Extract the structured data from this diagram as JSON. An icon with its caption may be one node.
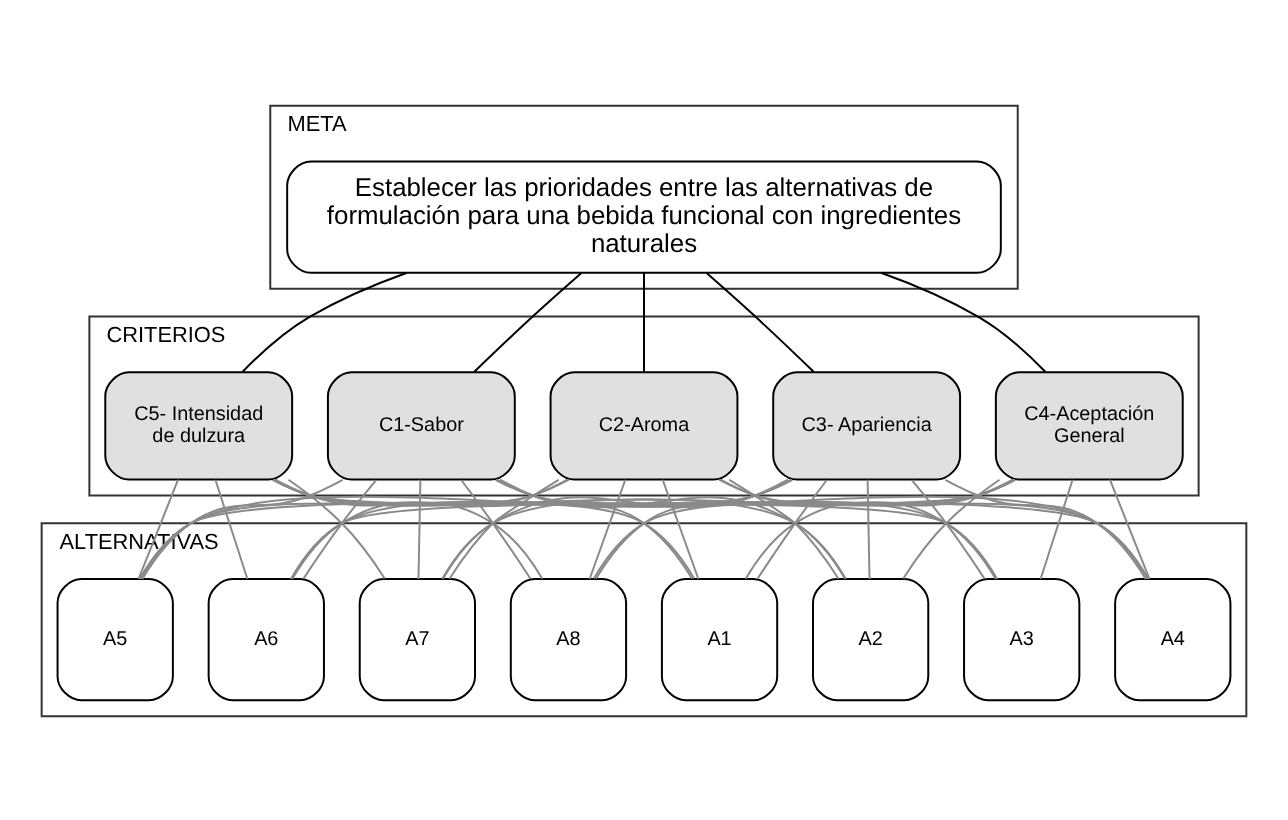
{
  "diagram": {
    "nodes": [
      {
        "text": [
          "META"
        ]
      },
      {
        "text": [
          "Establecer las prioridades entre las alternativas de formulación para una bebida funcional con ingredientes naturales"
        ],
        "in": 0
      },
      {
        "text": [
          "CRITERIOS"
        ]
      },
      {
        "text": [
          "C1-Sabor"
        ],
        "in": 2
      },
      {
        "text": [
          "C2-Aroma"
        ],
        "in": 2
      },
      {
        "text": [
          "C3- Apariencia"
        ],
        "in": 2
      },
      {
        "text": [
          "C4-Aceptación General"
        ],
        "in": 2
      },
      {
        "text": [
          "C5- Intensidad de dulzura"
        ],
        "in": 2
      },
      {
        "text": [
          "ALTERNATIVAS"
        ]
      },
      {
        "text": [
          "A1"
        ],
        "in": 8
      },
      {
        "text": [
          "A2"
        ],
        "in": 8
      },
      {
        "text": [
          "A3"
        ],
        "in": 8
      },
      {
        "text": [
          "A4"
        ],
        "in": 8
      },
      {
        "text": [
          "A5"
        ],
        "in": 8
      },
      {
        "text": [
          "A6"
        ],
        "in": 8
      },
      {
        "text": [
          "A7"
        ],
        "in": 8
      },
      {
        "text": [
          "A8"
        ],
        "in": 8
      }
    ],
    "edges": [
      {
        "from": 1,
        "to": 3,
        "arrow": "none",
        "color": "#000000"
      },
      {
        "from": 1,
        "to": 4,
        "arrow": "none",
        "color": "#000000"
      },
      {
        "from": 1,
        "to": 5,
        "arrow": "none",
        "color": "#000000"
      },
      {
        "from": 1,
        "to": 6,
        "arrow": "none",
        "color": "#000000"
      },
      {
        "from": 1,
        "to": 7,
        "arrow": "none",
        "color": "#000000"
      },
      {
        "from": 3,
        "to": 9,
        "arrow": "none"
      },
      {
        "from": 3,
        "to": 10,
        "arrow": "none"
      },
      {
        "from": 3,
        "to": 11,
        "arrow": "none"
      },
      {
        "from": 3,
        "to": 12,
        "arrow": "none"
      },
      {
        "from": 3,
        "to": 13,
        "arrow": "none"
      },
      {
        "from": 3,
        "to": 14,
        "arrow": "none"
      },
      {
        "from": 3,
        "to": 15,
        "arrow": "none"
      },
      {
        "from": 3,
        "to": 16,
        "arrow": "none"
      },
      {
        "from": 4,
        "to": 9,
        "arrow": "none"
      },
      {
        "from": 4,
        "to": 10,
        "arrow": "none"
      },
      {
        "from": 4,
        "to": 11,
        "arrow": "none"
      },
      {
        "from": 4,
        "to": 12,
        "arrow": "none"
      },
      {
        "from": 4,
        "to": 13,
        "arrow": "none"
      },
      {
        "from": 4,
        "to": 14,
        "arrow": "none"
      },
      {
        "from": 4,
        "to": 15,
        "arrow": "none"
      },
      {
        "from": 4,
        "to": 16,
        "arrow": "none"
      },
      {
        "from": 5,
        "to": 9,
        "arrow": "none"
      },
      {
        "from": 5,
        "to": 10,
        "arrow": "none"
      },
      {
        "from": 5,
        "to": 11,
        "arrow": "none"
      },
      {
        "from": 5,
        "to": 12,
        "arrow": "none"
      },
      {
        "from": 5,
        "to": 13,
        "arrow": "none"
      },
      {
        "from": 5,
        "to": 14,
        "arrow": "none"
      },
      {
        "from": 5,
        "to": 15,
        "arrow": "none"
      },
      {
        "from": 5,
        "to": 16,
        "arrow": "none"
      },
      {
        "from": 6,
        "to": 9,
        "arrow": "none"
      },
      {
        "from": 6,
        "to": 10,
        "arrow": "none"
      },
      {
        "from": 6,
        "to": 11,
        "arrow": "none"
      },
      {
        "from": 6,
        "to": 12,
        "arrow": "none"
      },
      {
        "from": 6,
        "to": 13,
        "arrow": "none"
      },
      {
        "from": 6,
        "to": 14,
        "arrow": "none"
      },
      {
        "from": 6,
        "to": 15,
        "arrow": "none"
      },
      {
        "from": 6,
        "to": 16,
        "arrow": "none"
      },
      {
        "from": 7,
        "to": 9,
        "arrow": "none"
      },
      {
        "from": 7,
        "to": 10,
        "arrow": "none"
      },
      {
        "from": 7,
        "to": 11,
        "arrow": "none"
      },
      {
        "from": 7,
        "to": 12,
        "arrow": "none"
      },
      {
        "from": 7,
        "to": 13,
        "arrow": "none"
      },
      {
        "from": 7,
        "to": 14,
        "arrow": "none"
      },
      {
        "from": 7,
        "to": 15,
        "arrow": "none"
      },
      {
        "from": 7,
        "to": 16,
        "arrow": "none"
      }
    ]
  }
}
